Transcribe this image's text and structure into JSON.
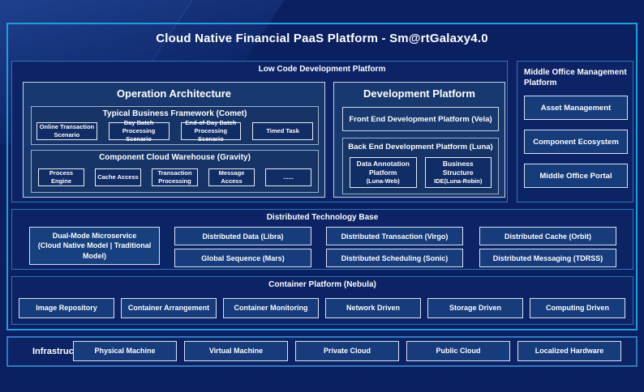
{
  "title": "Cloud Native Financial PaaS Platform - Sm@rtGalaxy4.0",
  "colors": {
    "background": "#0a2060",
    "frame_border": "#1f9ede",
    "section_border": "#2e74b5",
    "panel_fill": "#17396f",
    "leaf_fill_dark": "#112d66",
    "leaf_fill_light": "#163c7c",
    "text": "#ffffff"
  },
  "low_code": {
    "label": "Low Code Development Platform",
    "operation_architecture": {
      "title": "Operation Architecture",
      "typical_business": {
        "title": "Typical Business Framework (Comet)",
        "items": [
          "Online Transaction Scenario",
          "Day Batch Processing Scenario",
          "End-of-Day Batch Processing Scenario",
          "Timed Task"
        ]
      },
      "component_cloud": {
        "title": "Component Cloud Warehouse (Gravity)",
        "items": [
          "Process Engine",
          "Cache Access",
          "Transaction Processing",
          "Message Access",
          "......"
        ]
      }
    },
    "development_platform": {
      "title": "Development Platform",
      "front_end": "Front End Development Platform (Vela)",
      "back_end": {
        "title": "Back End Development Platform (Luna)",
        "items": [
          {
            "line1": "Data Annotation Platform",
            "line2": "(Luna-Web)"
          },
          {
            "line1": "Business Structure",
            "line2": "IDE(Luna-Robin)"
          }
        ]
      }
    }
  },
  "middle_office": {
    "label": "Middle Office Management Platform",
    "items": [
      "Asset Management",
      "Component Ecosystem",
      "Middle Office Portal"
    ]
  },
  "distributed": {
    "label": "Distributed Technology Base",
    "dual_mode": {
      "line1": "Dual-Mode Microservice",
      "line2": "(Cloud Native Model | Traditional Model)"
    },
    "row1": [
      "Distributed Data (Libra)",
      "Distributed Transaction (Virgo)",
      "Distributed Cache (Orbit)"
    ],
    "row2": [
      "Global Sequence (Mars)",
      "Distributed Scheduling (Sonic)",
      "Distributed Messaging (TDRSS)"
    ]
  },
  "container_platform": {
    "label": "Container Platform (Nebula)",
    "items": [
      "Image Repository",
      "Container Arrangement",
      "Container Monitoring",
      "Network Driven",
      "Storage Driven",
      "Computing Driven"
    ]
  },
  "infrastructure": {
    "label": "Infrastructure",
    "items": [
      "Physical Machine",
      "Virtual Machine",
      "Private Cloud",
      "Public Cloud",
      "Localized Hardware"
    ]
  }
}
